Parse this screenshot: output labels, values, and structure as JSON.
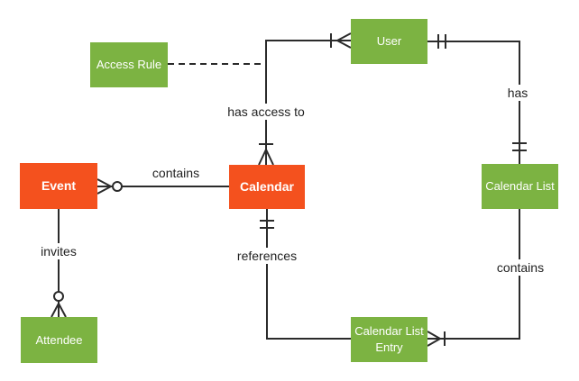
{
  "diagram": {
    "type": "entity-relationship",
    "notation": "crows-foot",
    "colors": {
      "entity_green": "#7cb342",
      "entity_orange": "#f4511e",
      "entity_text": "#ffffff",
      "connector": "#2b2b2b",
      "label_text": "#1f1f1f",
      "background": "#ffffff"
    },
    "entities": [
      {
        "id": "access-rule",
        "label": "Access Rule",
        "color": "green"
      },
      {
        "id": "user",
        "label": "User",
        "color": "green"
      },
      {
        "id": "event",
        "label": "Event",
        "color": "orange"
      },
      {
        "id": "calendar",
        "label": "Calendar",
        "color": "orange"
      },
      {
        "id": "calendar-list",
        "label": "Calendar List",
        "color": "green"
      },
      {
        "id": "attendee",
        "label": "Attendee",
        "color": "green"
      },
      {
        "id": "calendar-list-entry",
        "label": "Calendar List Entry",
        "color": "green"
      }
    ],
    "relationships": [
      {
        "label": "has access to",
        "from": "user",
        "to": "calendar",
        "from_cardinality": "one-or-many",
        "to_cardinality": "one-or-many",
        "style": "solid"
      },
      {
        "label": "has",
        "from": "user",
        "to": "calendar-list",
        "from_cardinality": "exactly-one",
        "to_cardinality": "exactly-one",
        "style": "solid"
      },
      {
        "label": "contains",
        "from": "calendar",
        "to": "event",
        "from_cardinality": "none",
        "to_cardinality": "zero-or-many",
        "style": "solid"
      },
      {
        "label": "invites",
        "from": "event",
        "to": "attendee",
        "from_cardinality": "none",
        "to_cardinality": "zero-or-many",
        "style": "solid"
      },
      {
        "label": "contains",
        "from": "calendar-list",
        "to": "calendar-list-entry",
        "from_cardinality": "none",
        "to_cardinality": "one-or-many",
        "style": "solid"
      },
      {
        "label": "references",
        "from": "calendar",
        "to": "calendar-list-entry",
        "from_cardinality": "exactly-one",
        "to_cardinality": "none",
        "style": "solid"
      },
      {
        "label": "",
        "from": "access-rule",
        "to": "has-access-to-relationship",
        "from_cardinality": "none",
        "to_cardinality": "none",
        "style": "dashed"
      }
    ]
  }
}
